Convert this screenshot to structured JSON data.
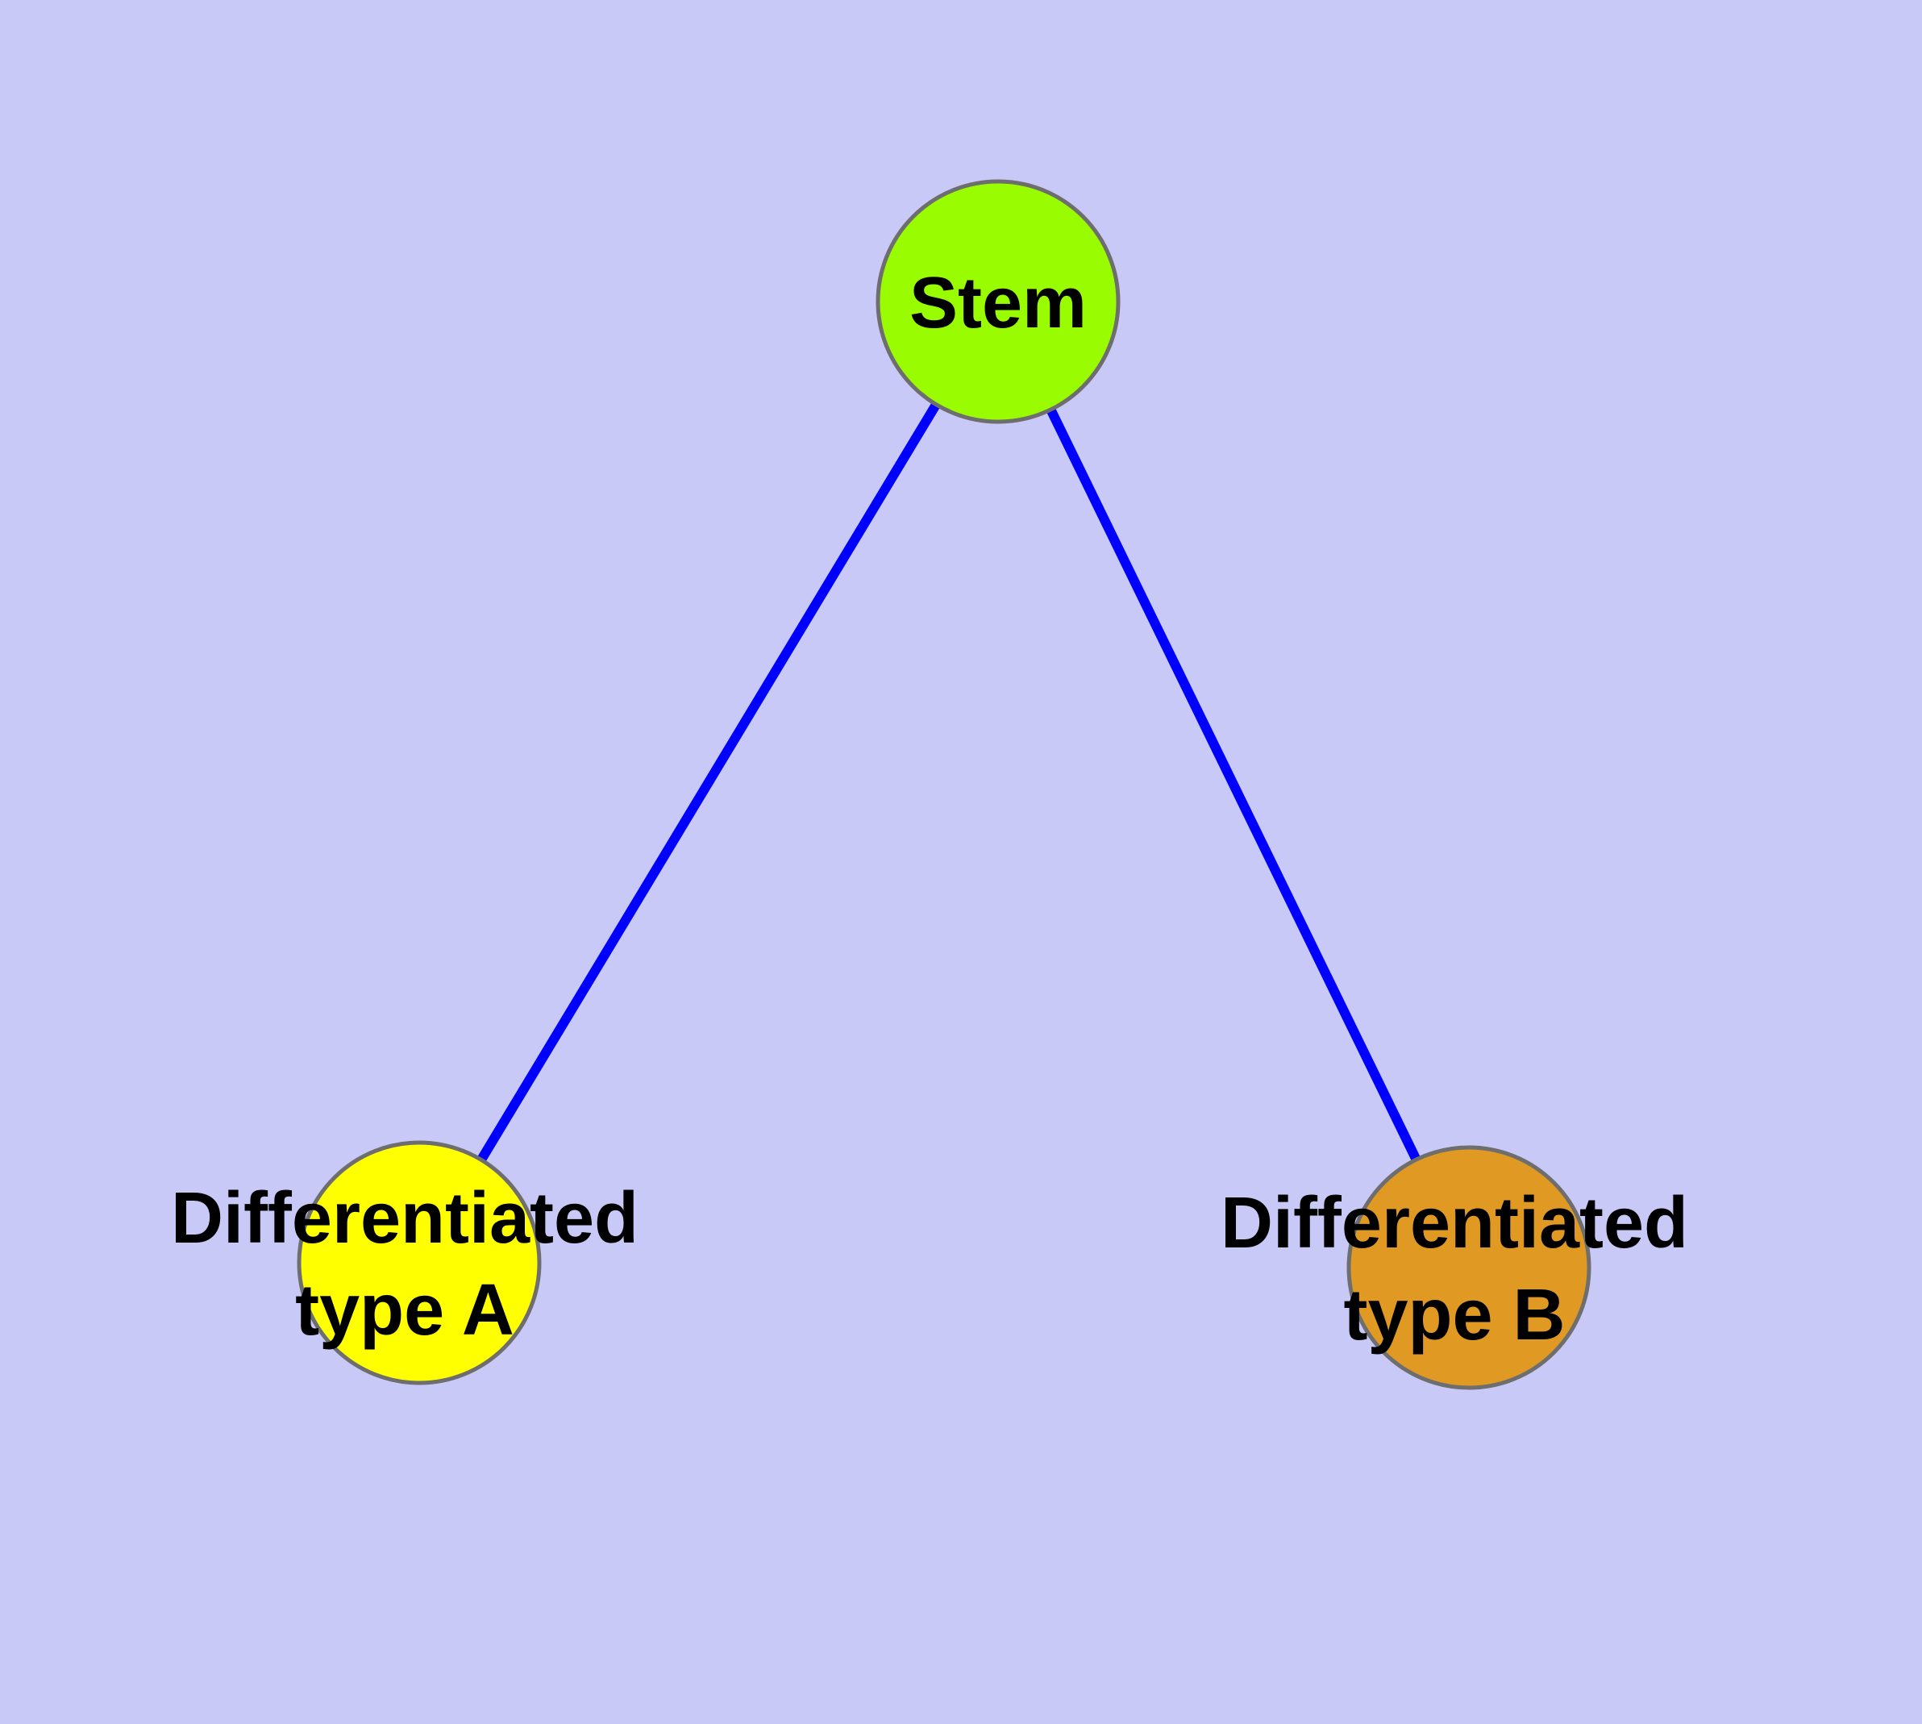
{
  "diagram": {
    "kind": "node-link-graph",
    "background_color": "#C9C9F7",
    "edge_color": "#0000FF",
    "node_border_color": "#6E6E6E",
    "label_color": "#000000",
    "nodes": [
      {
        "id": "stem",
        "label": "Stem",
        "fill": "#9AFC00"
      },
      {
        "id": "differentiated-type-a",
        "label": "Differentiated type A",
        "label_line1": "Differentiated",
        "label_line2": "type A",
        "fill": "#FFFF00"
      },
      {
        "id": "differentiated-type-b",
        "label": "Differentiated type B",
        "label_line1": "Differentiated",
        "label_line2": "type B",
        "fill": "#E09A24"
      }
    ],
    "edges": [
      {
        "from": "stem",
        "to": "differentiated-type-a"
      },
      {
        "from": "stem",
        "to": "differentiated-type-b"
      }
    ]
  }
}
